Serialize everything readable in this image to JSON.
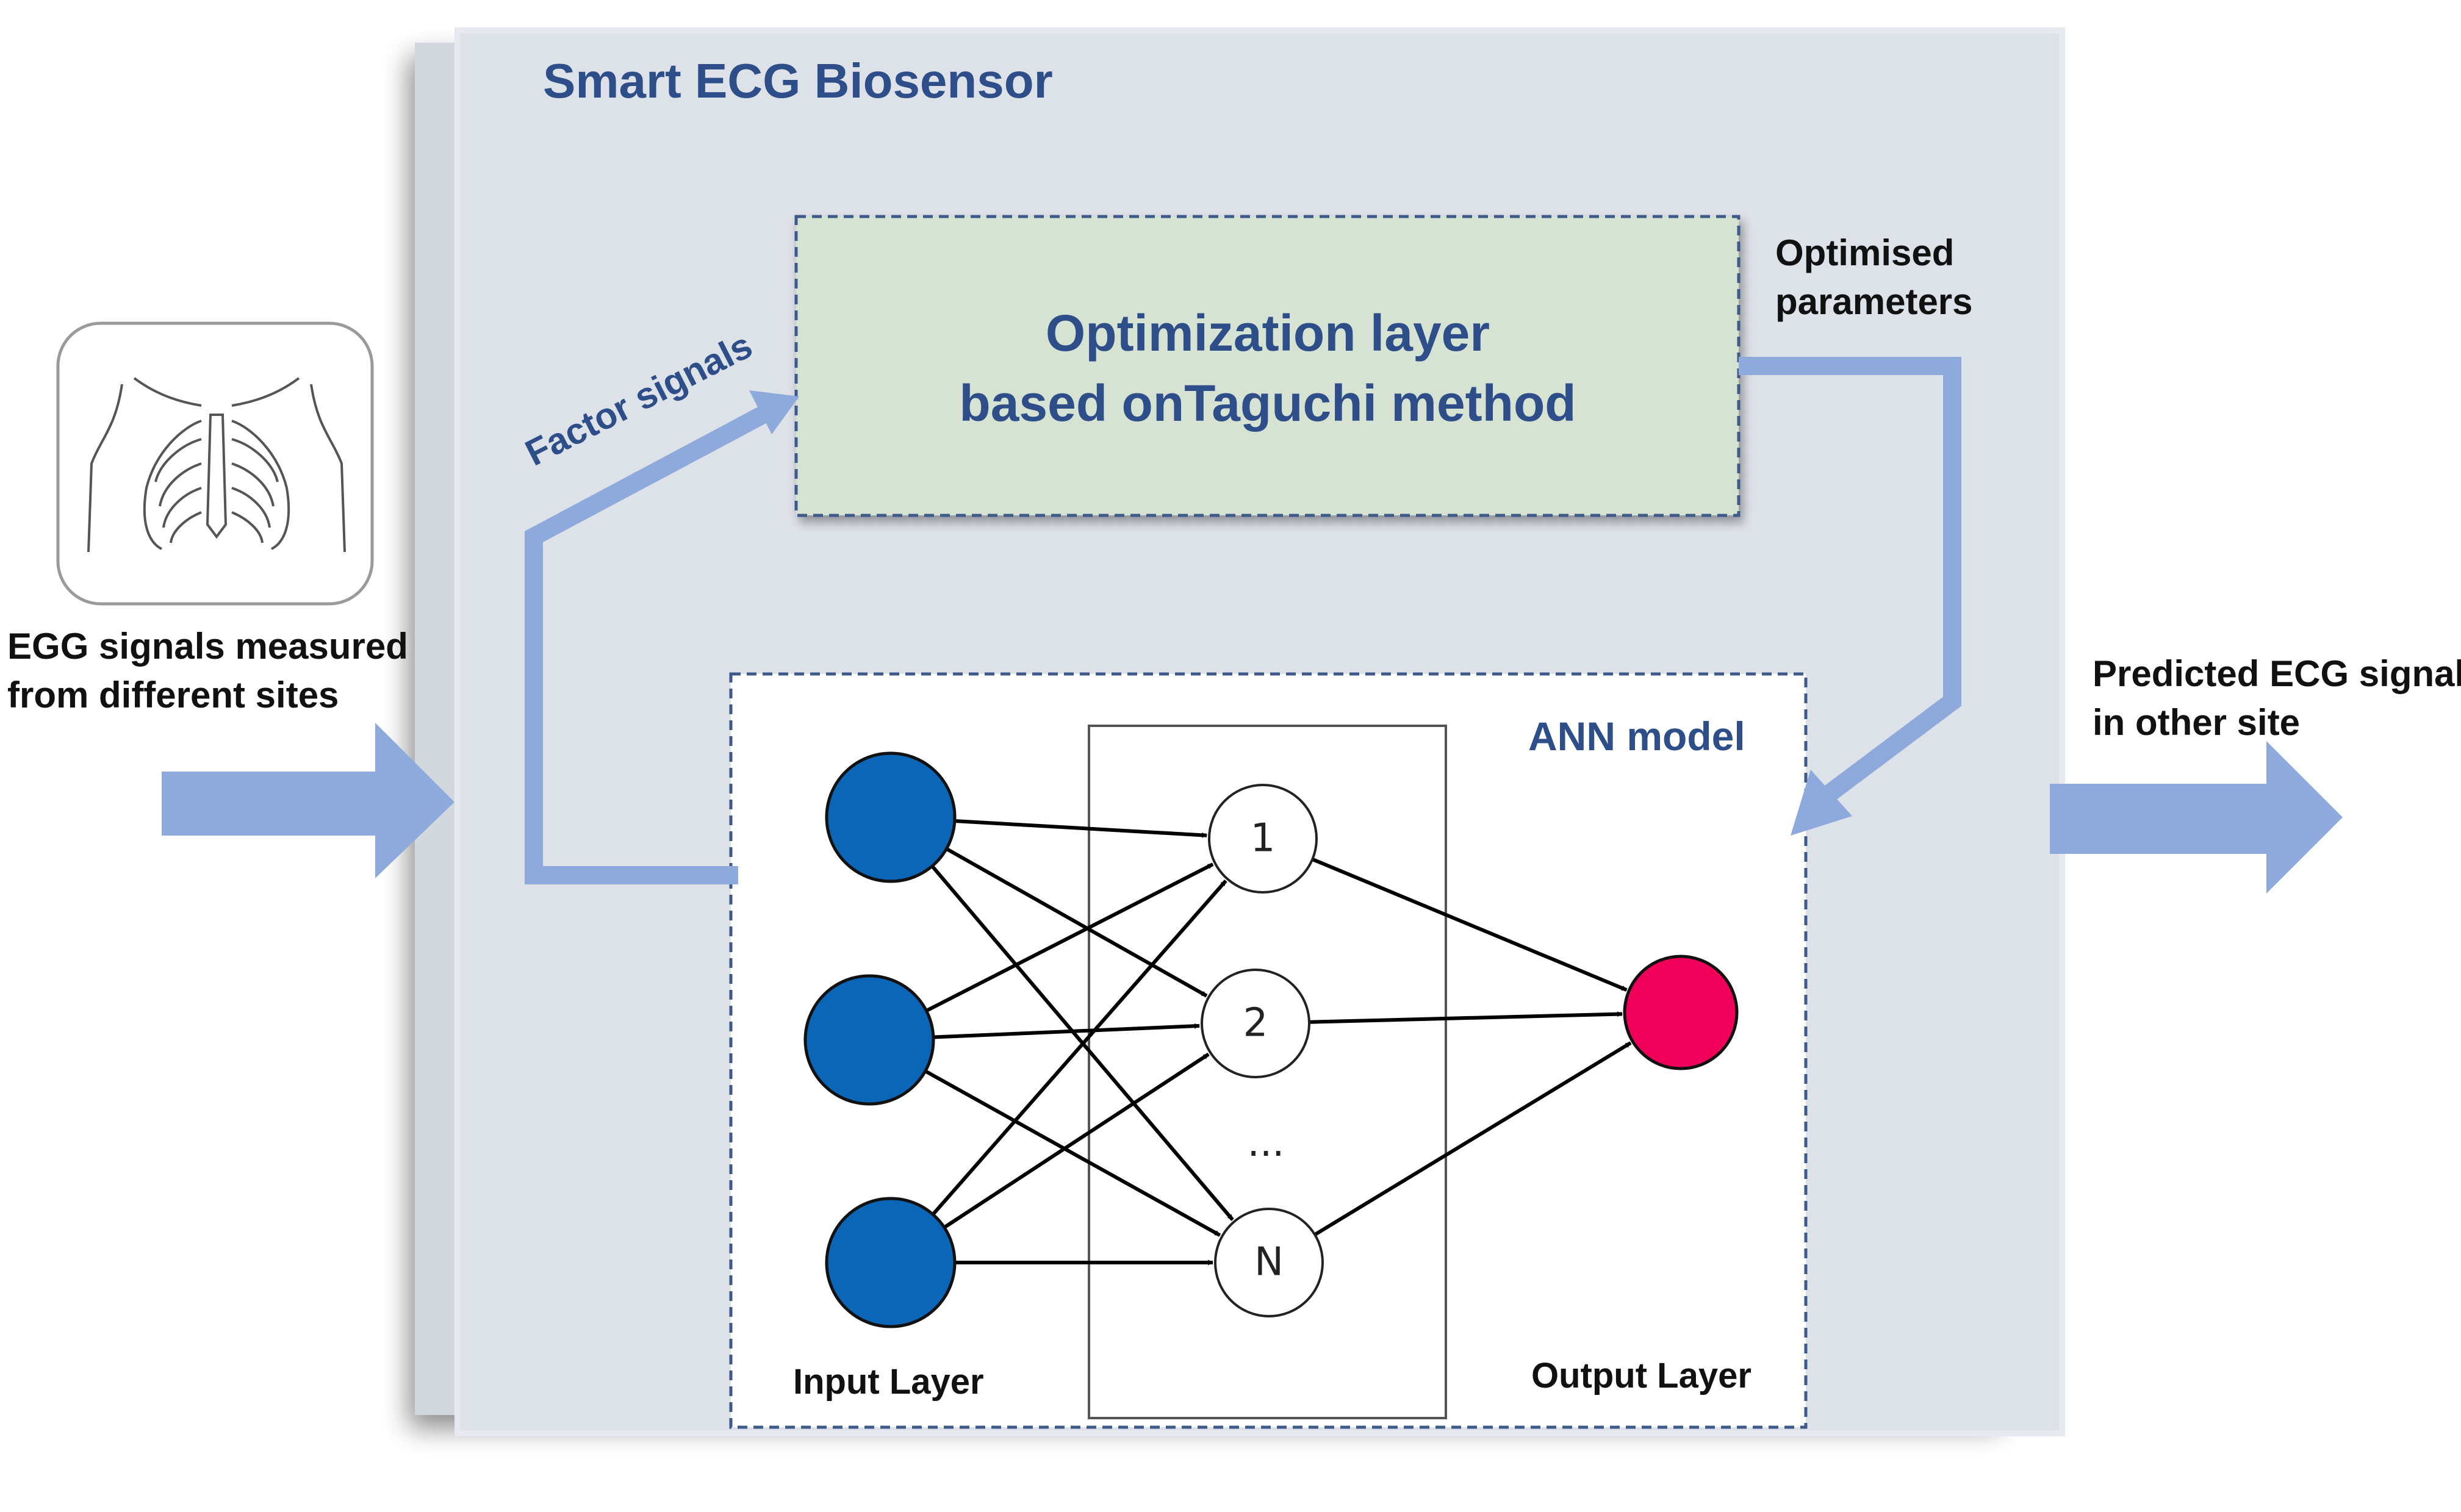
{
  "biosensor": {
    "title": "Smart ECG Biosensor"
  },
  "optimization_layer": {
    "line1": "Optimization layer",
    "line2": "based onTaguchi method"
  },
  "factor_signals_label": "Factor signals",
  "optimised_parameters": {
    "line1": "Optimised",
    "line2": "parameters"
  },
  "input_caption": {
    "line1": "EGG signals measured",
    "line2": "from different sites"
  },
  "output_caption": {
    "line1": "Predicted ECG signal",
    "line2": "in other site"
  },
  "ann": {
    "title": "ANN model",
    "input_layer_label": "Input Layer",
    "output_layer_label": "Output Layer",
    "hidden_nodes": [
      "1",
      "2",
      "N"
    ],
    "ellipsis": "...",
    "input_node_count": 3,
    "output_node_count": 1
  },
  "colors": {
    "panel": "#dde1e8",
    "title": "#2e4e8a",
    "optimization_box": "#d6e3d2",
    "arrow": "#8ea9db",
    "input_node": "#0b66b8",
    "output_node": "#f0005a"
  },
  "icons": {
    "chest": "ribcage-torso-icon"
  }
}
